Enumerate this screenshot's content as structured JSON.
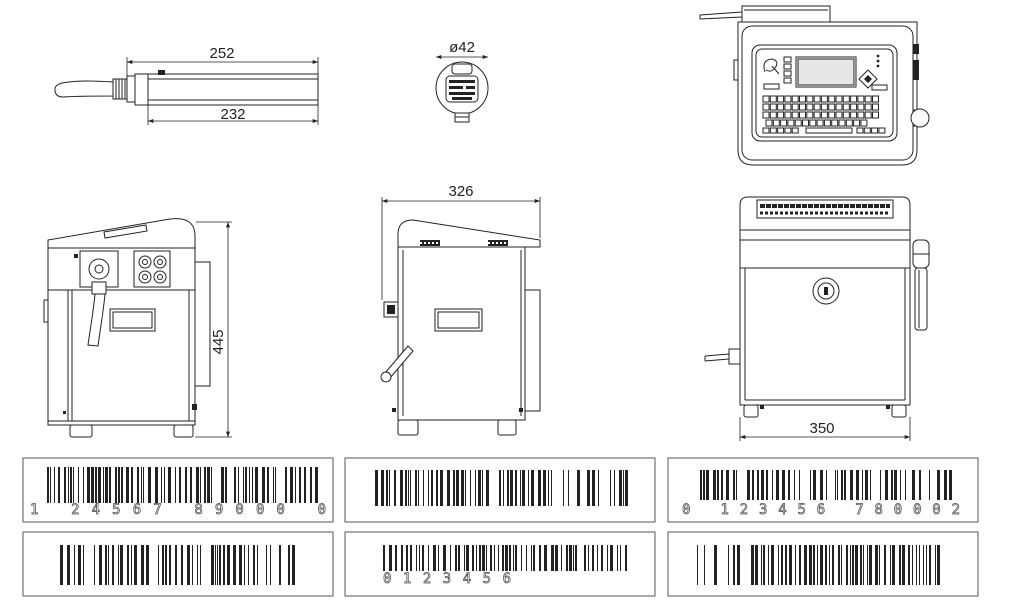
{
  "dimensions": {
    "print_head_length": "252",
    "print_head_body_length": "232",
    "print_head_diameter": "ø42",
    "depth": "326",
    "height": "445",
    "width": "350"
  },
  "barcode_samples": {
    "sample_1_text": "1 24567 89000 0",
    "sample_3_text": "0 123456 780002",
    "sample_5_text": "0123456"
  }
}
